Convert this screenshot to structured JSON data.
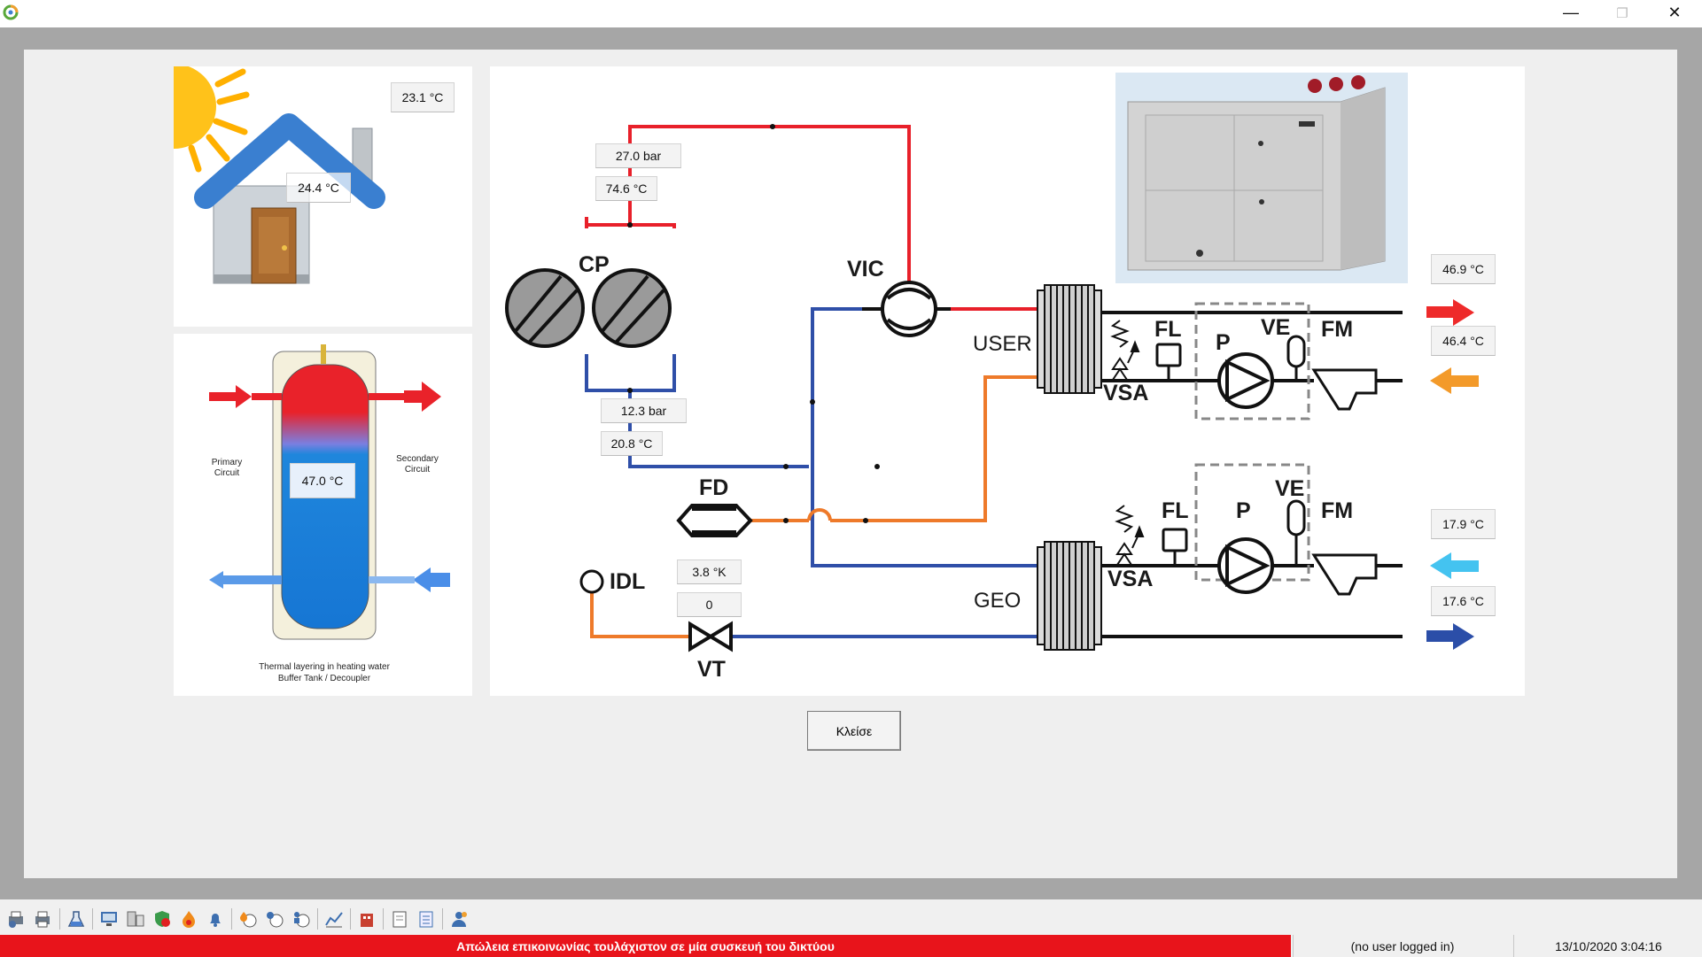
{
  "window": {
    "minimize_glyph": "—",
    "maximize_glyph": "❐",
    "close_glyph": "✕"
  },
  "house": {
    "outside_temp": "23.1 °C",
    "inside_temp": "24.4 °C"
  },
  "tank": {
    "temp": "47.0 °C",
    "primary_label": "Primary Circuit",
    "secondary_label": "Secondary Circuit",
    "caption_line1": "Thermal layering in heating water",
    "caption_line2": "Buffer Tank / Decoupler"
  },
  "diagram": {
    "labels": {
      "cp": "CP",
      "vic": "VIC",
      "user": "USER",
      "fl_top": "FL",
      "ve_top": "VE",
      "p_top": "P",
      "fm_top": "FM",
      "vsa_top": "VSA",
      "fd": "FD",
      "idl": "IDL",
      "vt": "VT",
      "geo": "GEO",
      "fl_bottom": "FL",
      "ve_bottom": "VE",
      "p_bottom": "P",
      "fm_bottom": "FM",
      "vsa_bottom": "VSA"
    },
    "values": {
      "discharge_pressure": "27.0 bar",
      "discharge_temp": "74.6 °C",
      "suction_pressure": "12.3 bar",
      "suction_temp": "20.8 °C",
      "superheat": "3.8 °K",
      "valve_opening": "0",
      "user_out_temp": "46.9 °C",
      "user_in_temp": "46.4 °C",
      "geo_in_temp": "17.9 °C",
      "geo_out_temp": "17.6 °C"
    },
    "colors": {
      "hot_gas": "#e8202a",
      "suction": "#2f4fa8",
      "liquid": "#ee7a2a",
      "user_supply": "#ee2a2a",
      "user_return": "#f39a2a",
      "geo_in": "#44c3f0",
      "geo_out": "#2b4ea8"
    }
  },
  "close_button": "Κλείσε",
  "statusbar": {
    "alert": "Απώλεια επικοινωνίας τουλάχιστον σε μία συσκευή του δικτύου",
    "user": "(no user logged in)",
    "datetime": "13/10/2020 3:04:16"
  },
  "toolbar_icons": [
    "settings-print-icon",
    "print-icon",
    "flask-icon",
    "monitor-icon",
    "devices-icon",
    "shield-alarm-icon",
    "fire-alarm-icon",
    "bell-icon",
    "clock-flame-icon",
    "clock-gear-icon",
    "clock-person-icon",
    "chart-icon",
    "building-icon",
    "notepad-icon",
    "list-icon",
    "user-icon"
  ]
}
